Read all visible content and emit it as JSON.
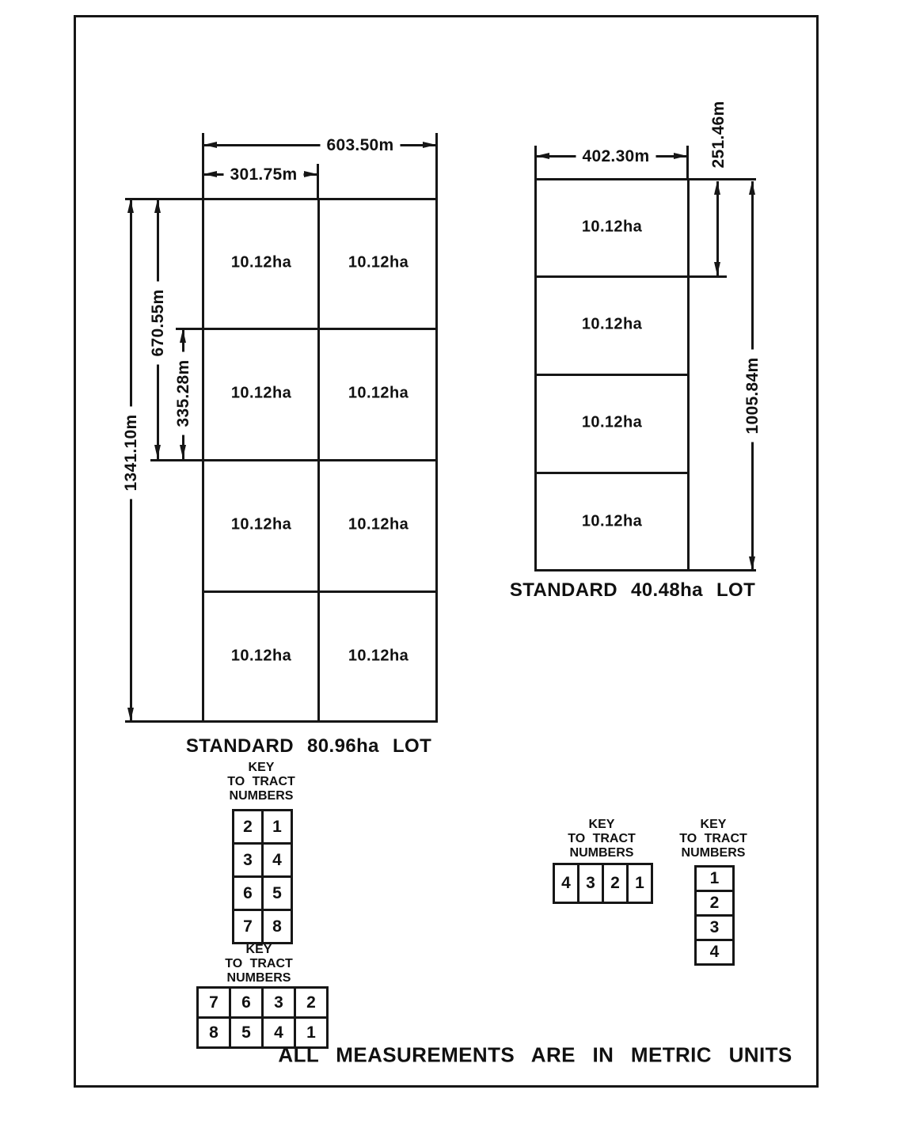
{
  "page": {
    "footer_note": "ALL MEASUREMENTS ARE IN METRIC UNITS"
  },
  "lot_left": {
    "caption": "STANDARD 80.96ha LOT",
    "cell_label": "10.12ha",
    "dims": {
      "total_width": "603.50m",
      "half_width": "301.75m",
      "total_height": "1341.10m",
      "half_height": "670.55m",
      "quarter_height": "335.28m"
    }
  },
  "lot_right": {
    "caption": "STANDARD 40.48ha LOT",
    "cell_label": "10.12ha",
    "dims": {
      "total_width": "402.30m",
      "tract_height": "251.46m",
      "total_height": "1005.84m"
    }
  },
  "keys": {
    "header_lines": [
      "KEY",
      "TO TRACT",
      "NUMBERS"
    ],
    "key_grid_2x4": {
      "rows": [
        [
          "2",
          "1"
        ],
        [
          "3",
          "4"
        ],
        [
          "6",
          "5"
        ],
        [
          "7",
          "8"
        ]
      ]
    },
    "key_grid_4x2": {
      "rows": [
        [
          "7",
          "6",
          "3",
          "2"
        ],
        [
          "8",
          "5",
          "4",
          "1"
        ]
      ]
    },
    "key_row_1x4": {
      "rows": [
        [
          "4",
          "3",
          "2",
          "1"
        ]
      ]
    },
    "key_col_4x1": {
      "rows": [
        [
          "1"
        ],
        [
          "2"
        ],
        [
          "3"
        ],
        [
          "4"
        ]
      ]
    }
  }
}
